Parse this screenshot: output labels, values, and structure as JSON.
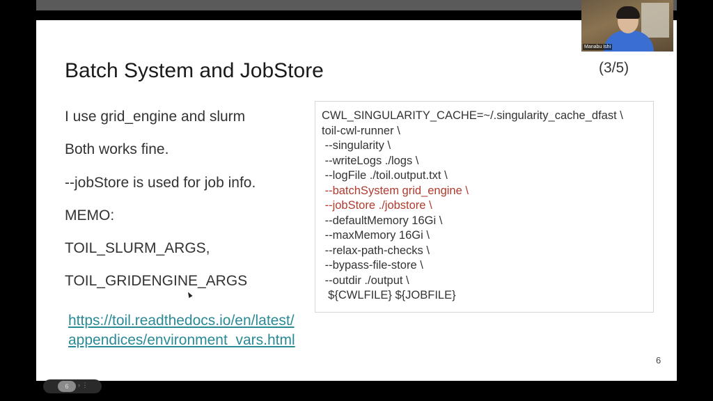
{
  "slide": {
    "title": "Batch System and JobStore",
    "counter": "(3/5)",
    "left_lines": [
      "I use grid_engine and slurm",
      "Both works fine.",
      "--jobStore is used for job info.",
      "MEMO:",
      "TOIL_SLURM_ARGS,",
      "TOIL_GRIDENGINE_ARGS"
    ],
    "link_lines": [
      "https://toil.readthedocs.io/en/latest/",
      "appendices/environment_vars.html"
    ],
    "code_lines": [
      "CWL_SINGULARITY_CACHE=~/.singularity_cache_dfast \\",
      "toil-cwl-runner \\",
      " --singularity \\",
      " --writeLogs ./logs \\",
      " --logFile ./toil.output.txt \\",
      " --batchSystem grid_engine \\",
      " --jobStore ./jobstore \\",
      " --defaultMemory 16Gi \\",
      " --maxMemory 16Gi \\",
      " --relax-path-checks \\",
      " --bypass-file-store \\",
      " --outdir ./output \\",
      "  ${CWLFILE} ${JOBFILE}"
    ],
    "code_highlight_color": "#b03a2e",
    "link_color": "#2a8a96",
    "slide_number": "6"
  },
  "webcam": {
    "name": "Manabu Ishi"
  },
  "navigator": {
    "page": "6",
    "dots": "›  ⋮"
  }
}
